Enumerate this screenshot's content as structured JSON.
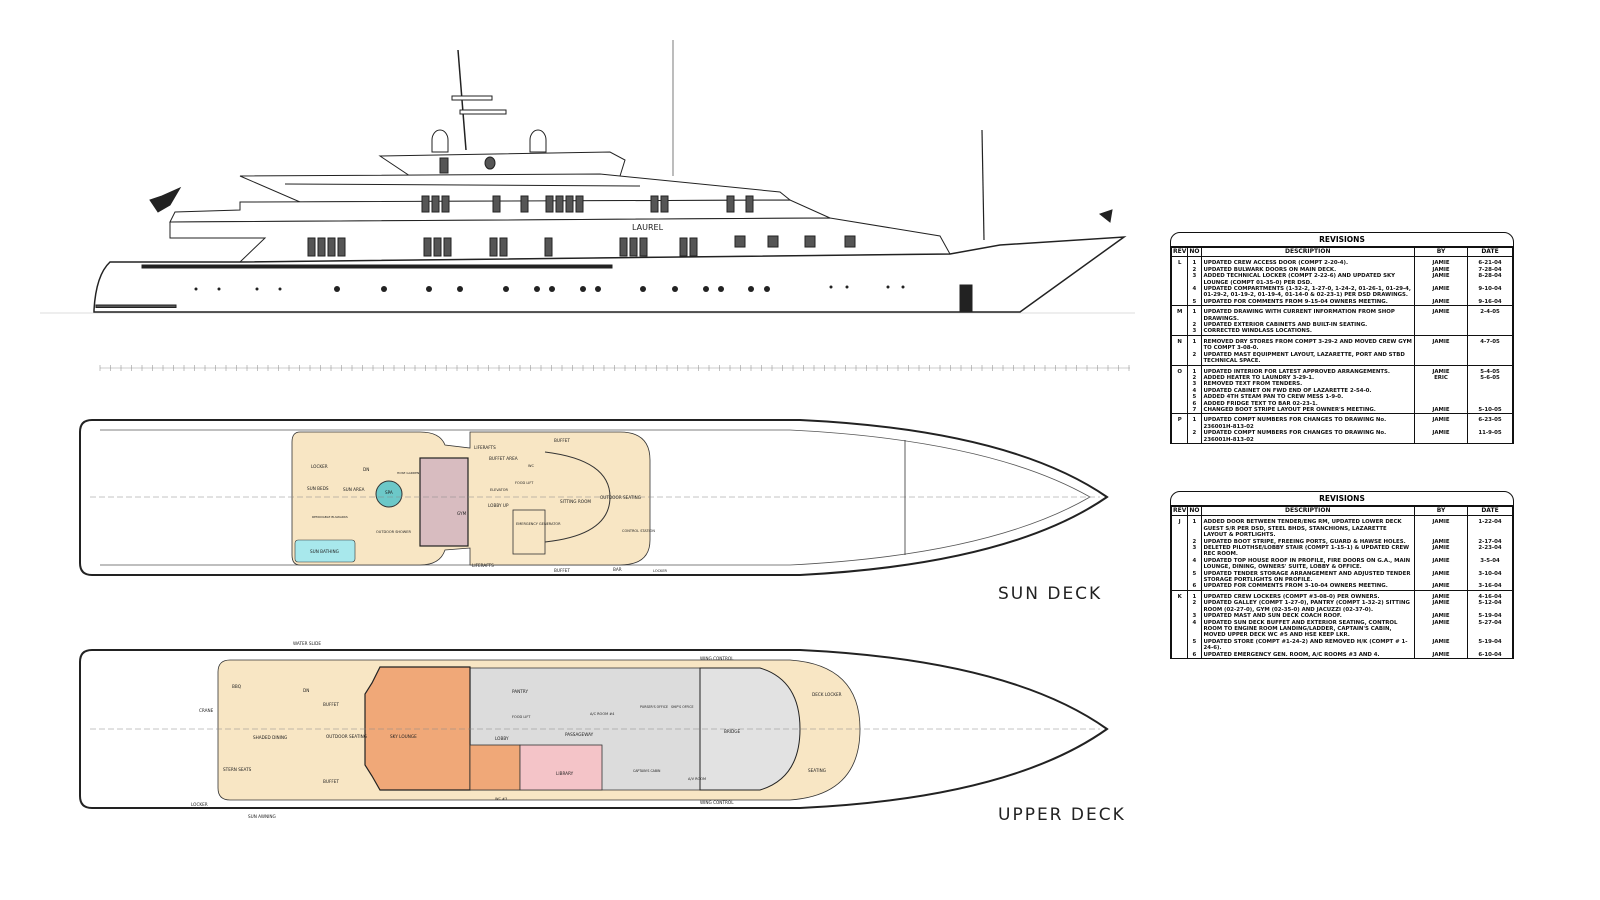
{
  "profile": {
    "vessel_name": "LAUREL"
  },
  "sun_deck": {
    "title": "SUN DECK",
    "labels": {
      "locker": "LOCKER",
      "dn": "DN",
      "sun_beds": "SUN BEDS",
      "sun_area": "SUN AREA",
      "removable_bulwarks": "REMOVABLE BULWARKS",
      "sun_bathing": "SUN BATHING",
      "spa": "SPA",
      "outdoor_shower": "OUTDOOR SHOWER",
      "hose_garden": "HOSE GARDEN",
      "gym": "GYM",
      "liferafts_top": "LIFERAFTS",
      "liferafts_bottom": "LIFERAFTS",
      "buffet_area": "BUFFET AREA",
      "elevator": "ELEVATOR",
      "lobby_up": "LOBBY UP",
      "food_lift": "FOOD LIFT",
      "wc": "WC",
      "emergency_generator": "EMERGENCY GENERATOR",
      "sitting_room": "SITTING ROOM",
      "outdoor_seating": "OUTDOOR SEATING",
      "buffet_top": "BUFFET",
      "buffet_bottom": "BUFFET",
      "control_station": "CONTROL STATION",
      "bar": "BAR",
      "locker_bottom": "LOCKER"
    }
  },
  "upper_deck": {
    "title": "UPPER DECK",
    "labels": {
      "water_slide": "WATER SLIDE",
      "bbq": "BBQ",
      "crane": "CRANE",
      "locker": "LOCKER",
      "shaded_dining": "SHADED DINING",
      "stern_seats": "STERN SEATS",
      "buffet_top": "BUFFET",
      "buffet_bottom": "BUFFET",
      "outdoor_seating": "OUTDOOR SEATING",
      "sky_lounge": "SKY LOUNGE",
      "pantry": "PANTRY",
      "food_lift": "FOOD LIFT",
      "lobby": "LOBBY",
      "wc": "WC #3",
      "passageway": "PASSAGEWAY",
      "ac_room": "A/C ROOM #4",
      "library": "LIBRARY",
      "pursers_office": "PURSER'S OFFICE",
      "ships_office": "SHIP'S OFFICE",
      "captains_cabin": "CAPTAIN'S CABIN",
      "av_room": "A/V ROOM",
      "bridge": "BRIDGE",
      "wing_control_top": "WING CONTROL",
      "wing_control_bottom": "WING CONTROL",
      "deck_locker": "DECK LOCKER",
      "seating": "SEATING",
      "sun_awning": "SUN AWNING",
      "dn": "DN"
    }
  },
  "revisions_1": {
    "title": "REVISIONS",
    "headers": {
      "rev": "REV",
      "no": "NO",
      "description": "DESCRIPTION",
      "by": "BY",
      "date": "DATE"
    },
    "rows": [
      {
        "rev": "L",
        "no": "1",
        "desc": "UPDATED CREW ACCESS DOOR (COMPT 2-20-4).",
        "by": "JAMIE",
        "date": "6-21-04"
      },
      {
        "rev": "",
        "no": "2",
        "desc": "UPDATED BULWARK DOORS ON MAIN DECK.",
        "by": "JAMIE",
        "date": "7-28-04"
      },
      {
        "rev": "",
        "no": "3",
        "desc": "ADDED TECHNICAL LOCKER (COMPT 2-22-6) AND UPDATED SKY LOUNGE (COMPT 01-35-0) PER DSD.",
        "by": "JAMIE",
        "date": "8-28-04"
      },
      {
        "rev": "",
        "no": "4",
        "desc": "UPDATED COMPARTMENTS (1-32-2, 1-27-0, 1-24-2, 01-26-1, 01-29-4, 01-29-2, 01-19-2, 01-19-4, 01-14-0 & 02-23-1) PER DSD DRAWINGS.",
        "by": "JAMIE",
        "date": "9-10-04"
      },
      {
        "rev": "",
        "no": "5",
        "desc": "UPDATED FOR COMMENTS FROM 9-15-04 OWNERS MEETING.",
        "by": "JAMIE",
        "date": "9-16-04"
      },
      {
        "rev": "M",
        "no": "1",
        "desc": "UPDATED DRAWING WITH CURRENT INFORMATION FROM SHOP DRAWINGS.",
        "by": "JAMIE",
        "date": "2-4-05"
      },
      {
        "rev": "",
        "no": "2",
        "desc": "UPDATED EXTERIOR CABINETS AND BUILT-IN SEATING.",
        "by": "",
        "date": ""
      },
      {
        "rev": "",
        "no": "3",
        "desc": "CORRECTED WINDLASS LOCATIONS.",
        "by": "",
        "date": ""
      },
      {
        "rev": "N",
        "no": "1",
        "desc": "REMOVED DRY STORES FROM COMPT 3-29-2 AND MOVED CREW GYM TO COMPT 3-08-0.",
        "by": "JAMIE",
        "date": "4-7-05"
      },
      {
        "rev": "",
        "no": "2",
        "desc": "UPDATED MAST EQUIPMENT LAYOUT, LAZARETTE, PORT AND STBD TECHNICAL SPACE.",
        "by": "",
        "date": ""
      },
      {
        "rev": "O",
        "no": "1",
        "desc": "UPDATED INTERIOR FOR LATEST APPROVED ARRANGEMENTS.",
        "by": "JAMIE",
        "date": "5-4-05"
      },
      {
        "rev": "",
        "no": "2",
        "desc": "ADDED HEATER TO LAUNDRY 3-29-1.",
        "by": "ERIC",
        "date": "5-6-05"
      },
      {
        "rev": "",
        "no": "3",
        "desc": "REMOVED TEXT FROM TENDERS.",
        "by": "",
        "date": ""
      },
      {
        "rev": "",
        "no": "4",
        "desc": "UPDATED CABINET ON FWD END OF LAZARETTE 2-54-0.",
        "by": "",
        "date": ""
      },
      {
        "rev": "",
        "no": "5",
        "desc": "ADDED 4TH STEAM PAN TO CREW MESS 1-9-0.",
        "by": "",
        "date": ""
      },
      {
        "rev": "",
        "no": "6",
        "desc": "ADDED FRIDGE TEXT TO BAR 02-23-1.",
        "by": "",
        "date": ""
      },
      {
        "rev": "",
        "no": "7",
        "desc": "CHANGED BOOT STRIPE LAYOUT PER OWNER'S MEETING.",
        "by": "JAMIE",
        "date": "5-10-05"
      },
      {
        "rev": "P",
        "no": "1",
        "desc": "UPDATED COMPT NUMBERS FOR CHANGES TO DRAWING No. 236001H-813-02",
        "by": "JAMIE",
        "date": "6-23-05"
      },
      {
        "rev": "",
        "no": "2",
        "desc": "UPDATED COMPT NUMBERS FOR CHANGES TO DRAWING No. 236001H-813-02",
        "by": "JAMIE",
        "date": "11-9-05"
      }
    ]
  },
  "revisions_2": {
    "title": "REVISIONS",
    "headers": {
      "rev": "REV",
      "no": "NO",
      "description": "DESCRIPTION",
      "by": "BY",
      "date": "DATE"
    },
    "rows": [
      {
        "rev": "J",
        "no": "1",
        "desc": "ADDED DOOR BETWEEN TENDER/ENG RM, UPDATED LOWER DECK GUEST S/R PER DSD, STEEL BHDS, STANCHIONS, LAZARETTE LAYOUT & PORTLIGHTS.",
        "by": "JAMIE",
        "date": "1-22-04"
      },
      {
        "rev": "",
        "no": "2",
        "desc": "UPDATED BOOT STRIPE, FREEING PORTS, GUARD & HAWSE HOLES.",
        "by": "JAMIE",
        "date": "2-17-04"
      },
      {
        "rev": "",
        "no": "3",
        "desc": "DELETED PILOTHSE/LOBBY STAIR (COMPT 1-15-1) & UPDATED CREW REC ROOM.",
        "by": "JAMIE",
        "date": "2-23-04"
      },
      {
        "rev": "",
        "no": "4",
        "desc": "UPDATED TOP HOUSE ROOF IN PROFILE, FIRE DOORS ON G.A., MAIN LOUNGE, DINING, OWNERS' SUITE, LOBBY & OFFICE.",
        "by": "JAMIE",
        "date": "3-5-04"
      },
      {
        "rev": "",
        "no": "5",
        "desc": "UPDATED TENDER STORAGE ARRANGEMENT AND ADJUSTED TENDER STORAGE PORTLIGHTS ON PROFILE.",
        "by": "JAMIE",
        "date": "3-10-04"
      },
      {
        "rev": "",
        "no": "6",
        "desc": "UPDATED FOR COMMENTS FROM 3-10-04 OWNERS MEETING.",
        "by": "JAMIE",
        "date": "3-16-04"
      },
      {
        "rev": "K",
        "no": "1",
        "desc": "UPDATED CREW LOCKERS (COMPT #3-08-0) PER OWNERS.",
        "by": "JAMIE",
        "date": "4-16-04"
      },
      {
        "rev": "",
        "no": "2",
        "desc": "UPDATED GALLEY (COMPT 1-27-0), PANTRY (COMPT 1-32-2) SITTING ROOM (02-27-0), GYM (02-35-0) AND JACUZZI (02-37-0).",
        "by": "JAMIE",
        "date": "5-12-04"
      },
      {
        "rev": "",
        "no": "3",
        "desc": "UPDATED MAST AND SUN DECK COACH ROOF.",
        "by": "JAMIE",
        "date": "5-19-04"
      },
      {
        "rev": "",
        "no": "4",
        "desc": "UPDATED SUN DECK BUFFET AND EXTERIOR SEATING, CONTROL ROOM TO ENGINE ROOM LANDING/LADDER, CAPTAIN'S CABIN, MOVED UPPER DECK WC #5 AND HSE KEEP LKR.",
        "by": "JAMIE",
        "date": "5-27-04"
      },
      {
        "rev": "",
        "no": "5",
        "desc": "UPDATED STORE (COMPT #1-24-2) AND REMOVED H/K (COMPT # 1-24-6).",
        "by": "JAMIE",
        "date": "5-19-04"
      },
      {
        "rev": "",
        "no": "6",
        "desc": "UPDATED EMERGENCY GEN. ROOM, A/C ROOMS #3 AND 4.",
        "by": "JAMIE",
        "date": "6-10-04"
      }
    ]
  },
  "colors": {
    "exterior_deck": "#f8e6c4",
    "gym": "#d8bcc0",
    "spa": "#6cc8c8",
    "sun_bathing": "#a8e8ec",
    "sky_lounge": "#f0a878",
    "library": "#f4c4c8",
    "service": "#dcdcdc",
    "line": "#222222"
  }
}
